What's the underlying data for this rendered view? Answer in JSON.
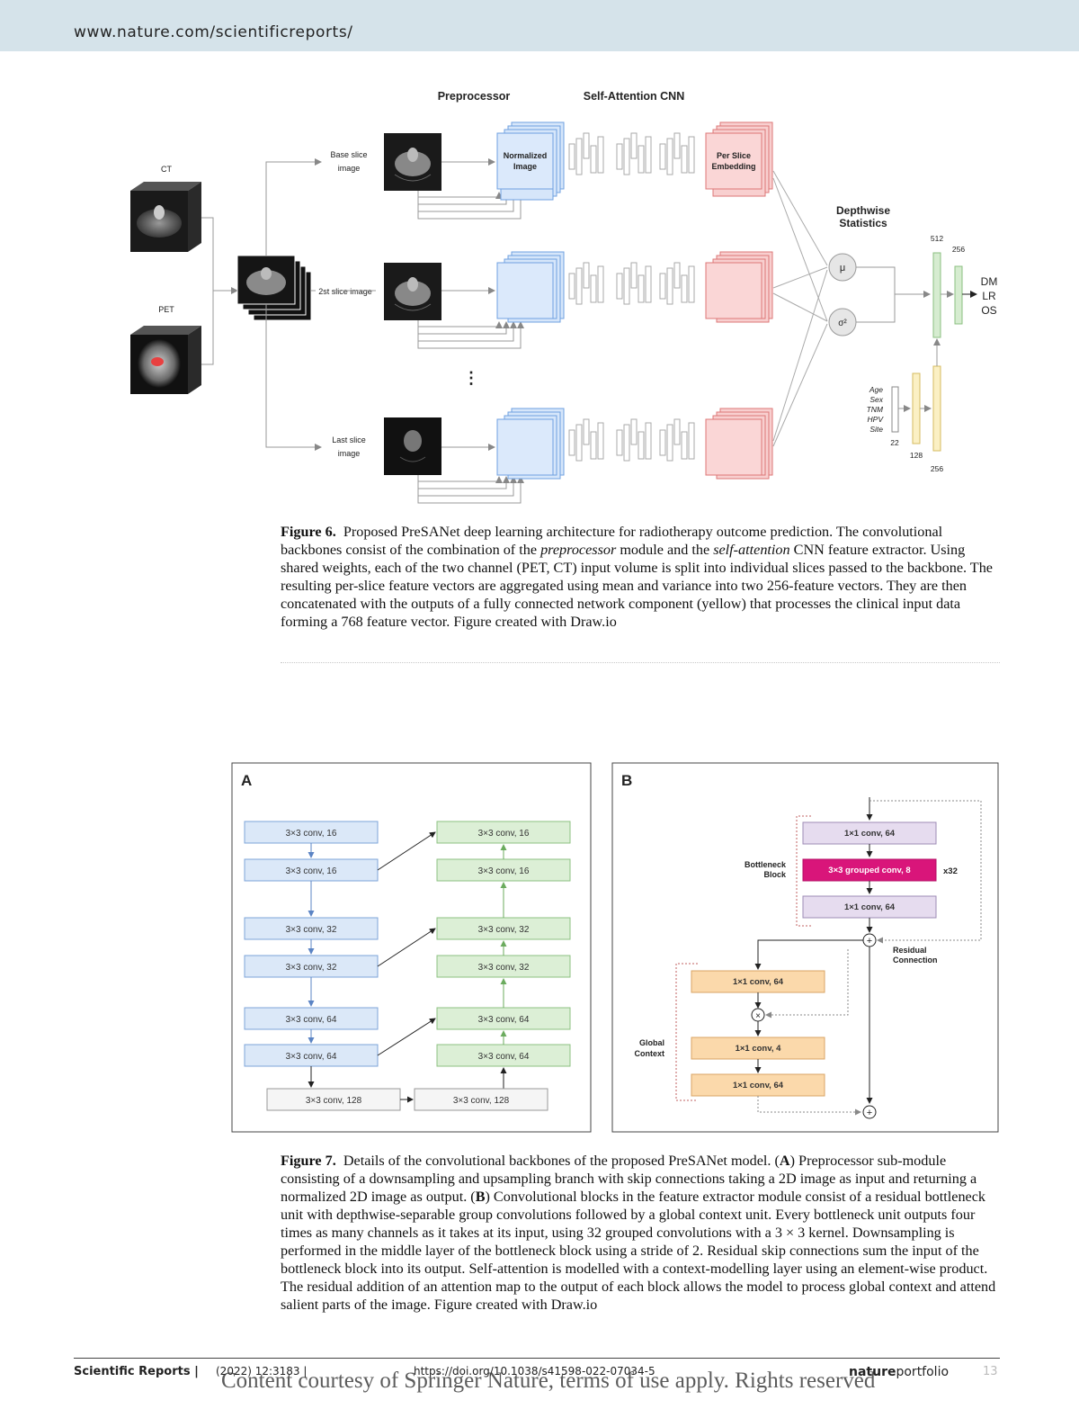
{
  "header": {
    "url": "www.nature.com/scientificreports/"
  },
  "figure6": {
    "col_preprocessor": "Preprocessor",
    "col_sacnn": "Self-Attention CNN",
    "ct": "CT",
    "pet": "PET",
    "base_slice_1": "Base slice",
    "base_slice_2": "image",
    "slice2": "2st slice image",
    "last_slice_1": "Last slice",
    "last_slice_2": "image",
    "normalized_1": "Normalized",
    "normalized_2": "Image",
    "embed_1": "Per Slice",
    "embed_2": "Embedding",
    "dw_1": "Depthwise",
    "dw_2": "Statistics",
    "mu": "μ",
    "sigma": "σ²",
    "n512": "512",
    "n256a": "256",
    "out_dm": "DM",
    "out_lr": "LR",
    "out_os": "OS",
    "clin_age": "Age",
    "clin_sex": "Sex",
    "clin_tnm": "TNM",
    "clin_hpv": "HPV",
    "clin_site": "Site",
    "n22": "22",
    "n128": "128",
    "n256b": "256",
    "ellipsis": "⋮"
  },
  "caption6": {
    "label": "Figure 6.",
    "p1": "Proposed PreSANet deep learning architecture for radiotherapy outcome prediction. The convolutional backbones consist of the combination of the ",
    "i1": "preprocessor",
    "p2": " module and the ",
    "i2": "self-attention",
    "p3": " CNN feature extractor. Using shared weights, each of the two channel (PET, CT) input volume is split into individual slices passed to the backbone. The resulting per-slice feature vectors are aggregated using mean and variance into two 256-feature vectors. They are then concatenated with the outputs of a fully connected network component (yellow) that processes the clinical input data forming a 768 feature vector. Figure created with Draw.io"
  },
  "figure7": {
    "panel_a": "A",
    "panel_b": "B",
    "a_left": [
      "3×3 conv, 16",
      "3×3 conv, 16",
      "3×3 conv, 32",
      "3×3 conv, 32",
      "3×3 conv, 64",
      "3×3 conv, 64"
    ],
    "a_right": [
      "3×3 conv, 16",
      "3×3 conv, 16",
      "3×3 conv, 32",
      "3×3 conv, 32",
      "3×3 conv, 64",
      "3×3 conv, 64"
    ],
    "a_bottom_left": "3×3 conv, 128",
    "a_bottom_right": "3×3 conv, 128",
    "b_conv1": "1×1 conv, 64",
    "b_grouped": "3×3 grouped conv, 8",
    "b_conv2": "1×1 conv, 64",
    "b_x32": "x32",
    "b_bottleneck_1": "Bottleneck",
    "b_bottleneck_2": "Block",
    "b_residual_1": "Residual",
    "b_residual_2": "Connection",
    "b_gc1": "1×1 conv, 64",
    "b_gc2": "1×1 conv, 4",
    "b_gc3": "1×1 conv, 64",
    "b_global_1": "Global",
    "b_global_2": "Context",
    "b_times": "×",
    "b_plus": "+"
  },
  "caption7": {
    "label": "Figure 7.",
    "p1": "Details of the convolutional backbones of the proposed PreSANet model. (",
    "b1": "A",
    "p2": ") Preprocessor sub-module consisting of a downsampling and upsampling branch with skip connections taking a 2D image as input and returning a normalized 2D image as output. (",
    "b2": "B",
    "p3": ") Convolutional blocks in the feature extractor module consist of a residual bottleneck unit with depthwise-separable group convolutions followed by a global context unit. Every bottleneck unit outputs four times as many channels as it takes at its input, using 32 grouped convolutions with a 3 × 3 kernel. Downsampling is performed in the middle layer of the bottleneck block using a stride of 2. Residual skip connections sum the input of the bottleneck block into its output. Self-attention is modelled with a context-modelling layer using an element-wise product. The residual addition of an attention map to the output of each block allows the model to process global context and attend salient parts of the image. Figure created with Draw.io"
  },
  "footer": {
    "journal": "Scientific Reports |",
    "volume": "(2022) 12:3183 |",
    "doi": "https://doi.org/10.1038/s41598-022-07034-5",
    "brand_bold": "nature",
    "brand_rest": "portfolio",
    "page": "13",
    "courtesy": "Content courtesy of Springer Nature, terms of use apply. Rights reserved"
  }
}
